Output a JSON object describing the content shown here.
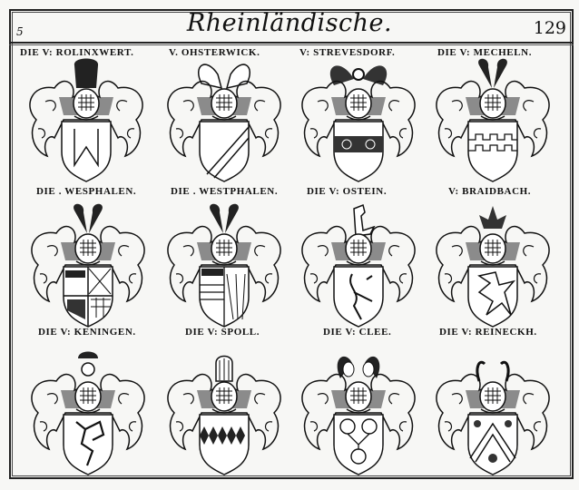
{
  "page": {
    "signature": "5",
    "title": "Rheinländische.",
    "page_number": "129"
  },
  "rows": [
    {
      "labels": [
        "DIE V: ROLINXWERT.",
        "V. OHSTERWICK.",
        "V: STREVESDORF.",
        "DIE V: MECHELN."
      ],
      "crests": [
        {
          "shield": "chevron-split",
          "tinctures": [
            "g",
            "b"
          ]
        },
        {
          "shield": "bend",
          "tinctures": [
            "r",
            "w"
          ]
        },
        {
          "shield": "fess",
          "tinctures": [
            "g"
          ]
        },
        {
          "shield": "embattled-fess",
          "tinctures": [
            "r",
            "w",
            "r"
          ]
        }
      ]
    },
    {
      "labels": [
        "DIE . WESPHALEN.",
        "DIE . WESTPHALEN.",
        "DIE V: OSTEIN.",
        "V: BRAIDBACH."
      ],
      "crests": [
        {
          "shield": "quartered",
          "tinctures": [
            "w",
            "p",
            "w",
            "sr"
          ]
        },
        {
          "shield": "per-pale",
          "tinctures": [
            "s"
          ]
        },
        {
          "shield": "rampant-beast",
          "tinctures": [
            "g",
            "l",
            "g"
          ]
        },
        {
          "shield": "dragon",
          "tinctures": [
            "w",
            "r"
          ]
        }
      ]
    },
    {
      "labels": [
        "DIE V: KENINGEN.",
        "DIE V: SPOLL.",
        "DIE V: CLEE.",
        "DIE V: REINECKH."
      ],
      "crests": [
        {
          "shield": "griffin",
          "tinctures": [
            "w",
            "r"
          ]
        },
        {
          "shield": "fusils",
          "tinctures": [
            "s",
            "g"
          ]
        },
        {
          "shield": "trefoil-rings",
          "tinctures": [
            "g",
            "r"
          ]
        },
        {
          "shield": "chevron",
          "tinctures": [
            "s",
            "g"
          ]
        }
      ]
    }
  ]
}
